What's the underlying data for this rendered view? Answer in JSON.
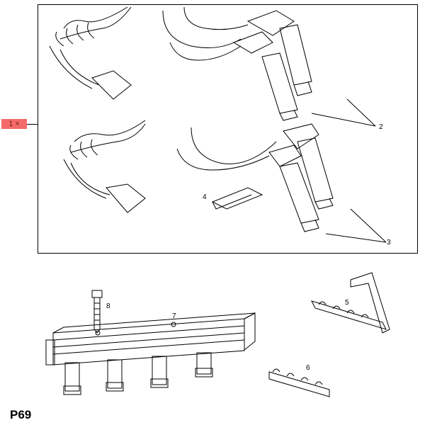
{
  "quantity_label": "1 ×",
  "page_code": "P69",
  "callouts": [
    "2",
    "3",
    "4",
    "5",
    "6",
    "7",
    "8"
  ],
  "colors": {
    "highlight": "#f36a6a",
    "line": "#000000"
  }
}
